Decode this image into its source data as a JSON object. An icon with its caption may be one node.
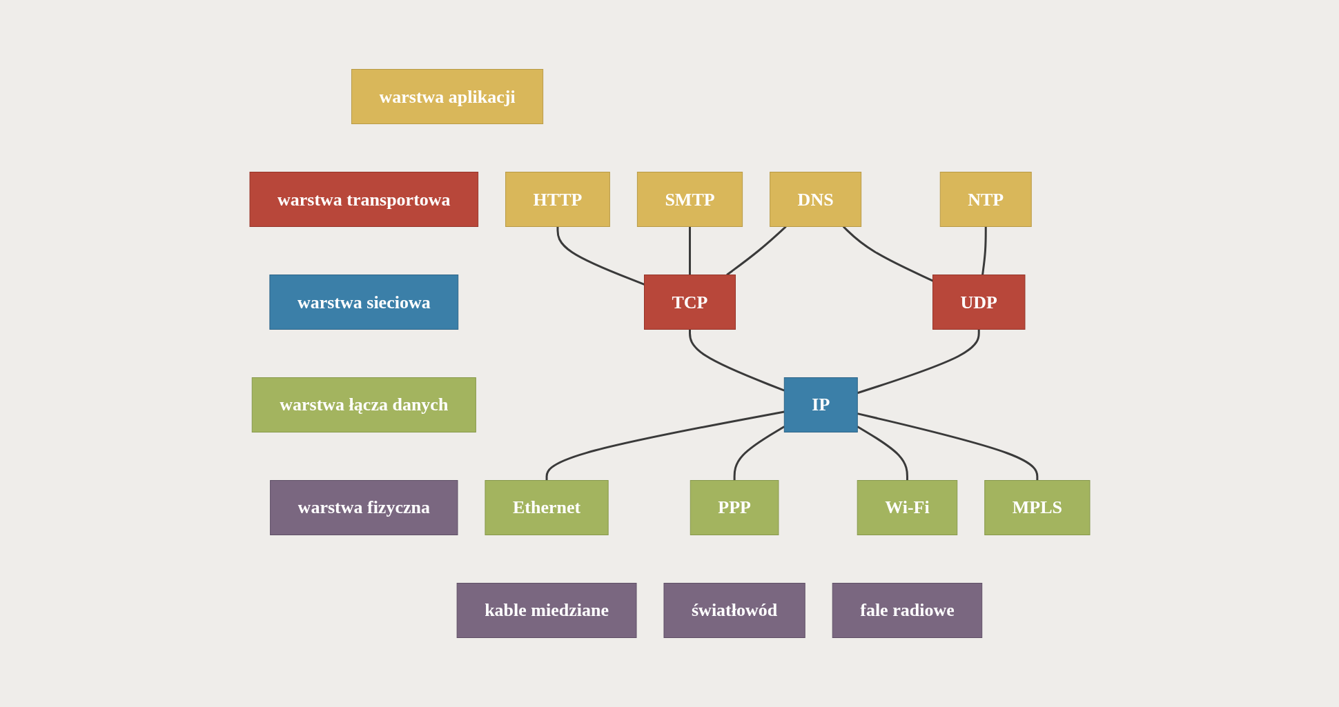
{
  "diagram": {
    "nodes": [
      {
        "text": [
          "warstwa aplikacji"
        ]
      },
      {
        "text": [
          "warstwa transportowa"
        ]
      },
      {
        "text": [
          "warstwa sieciowa"
        ]
      },
      {
        "text": [
          "warstwa łącza danych"
        ]
      },
      {
        "text": [
          "warstwa fizyczna"
        ]
      },
      {
        "text": [
          "HTTP"
        ]
      },
      {
        "text": [
          "SMTP"
        ]
      },
      {
        "text": [
          "DNS"
        ]
      },
      {
        "text": [
          "NTP"
        ]
      },
      {
        "text": [
          "TCP"
        ]
      },
      {
        "text": [
          "UDP"
        ]
      },
      {
        "text": [
          "IP"
        ]
      },
      {
        "text": [
          "Ethernet"
        ]
      },
      {
        "text": [
          "PPP"
        ]
      },
      {
        "text": [
          "Wi-Fi"
        ]
      },
      {
        "text": [
          "MPLS"
        ]
      },
      {
        "text": [
          "kable miedziane"
        ]
      },
      {
        "text": [
          "światłowód"
        ]
      },
      {
        "text": [
          "fale radiowe"
        ]
      }
    ],
    "edges": [
      {
        "from": 5,
        "to": 9,
        "arrow": "none"
      },
      {
        "from": 6,
        "to": 9,
        "arrow": "none"
      },
      {
        "from": 7,
        "to": 9,
        "arrow": "none"
      },
      {
        "from": 7,
        "to": 10,
        "arrow": "none"
      },
      {
        "from": 8,
        "to": 10,
        "arrow": "none"
      },
      {
        "from": 9,
        "to": 11,
        "arrow": "none"
      },
      {
        "from": 10,
        "to": 11,
        "arrow": "none"
      },
      {
        "from": 11,
        "to": 12,
        "arrow": "none"
      },
      {
        "from": 11,
        "to": 13,
        "arrow": "none"
      },
      {
        "from": 11,
        "to": 14,
        "arrow": "none"
      },
      {
        "from": 11,
        "to": 15,
        "arrow": "none"
      }
    ]
  }
}
